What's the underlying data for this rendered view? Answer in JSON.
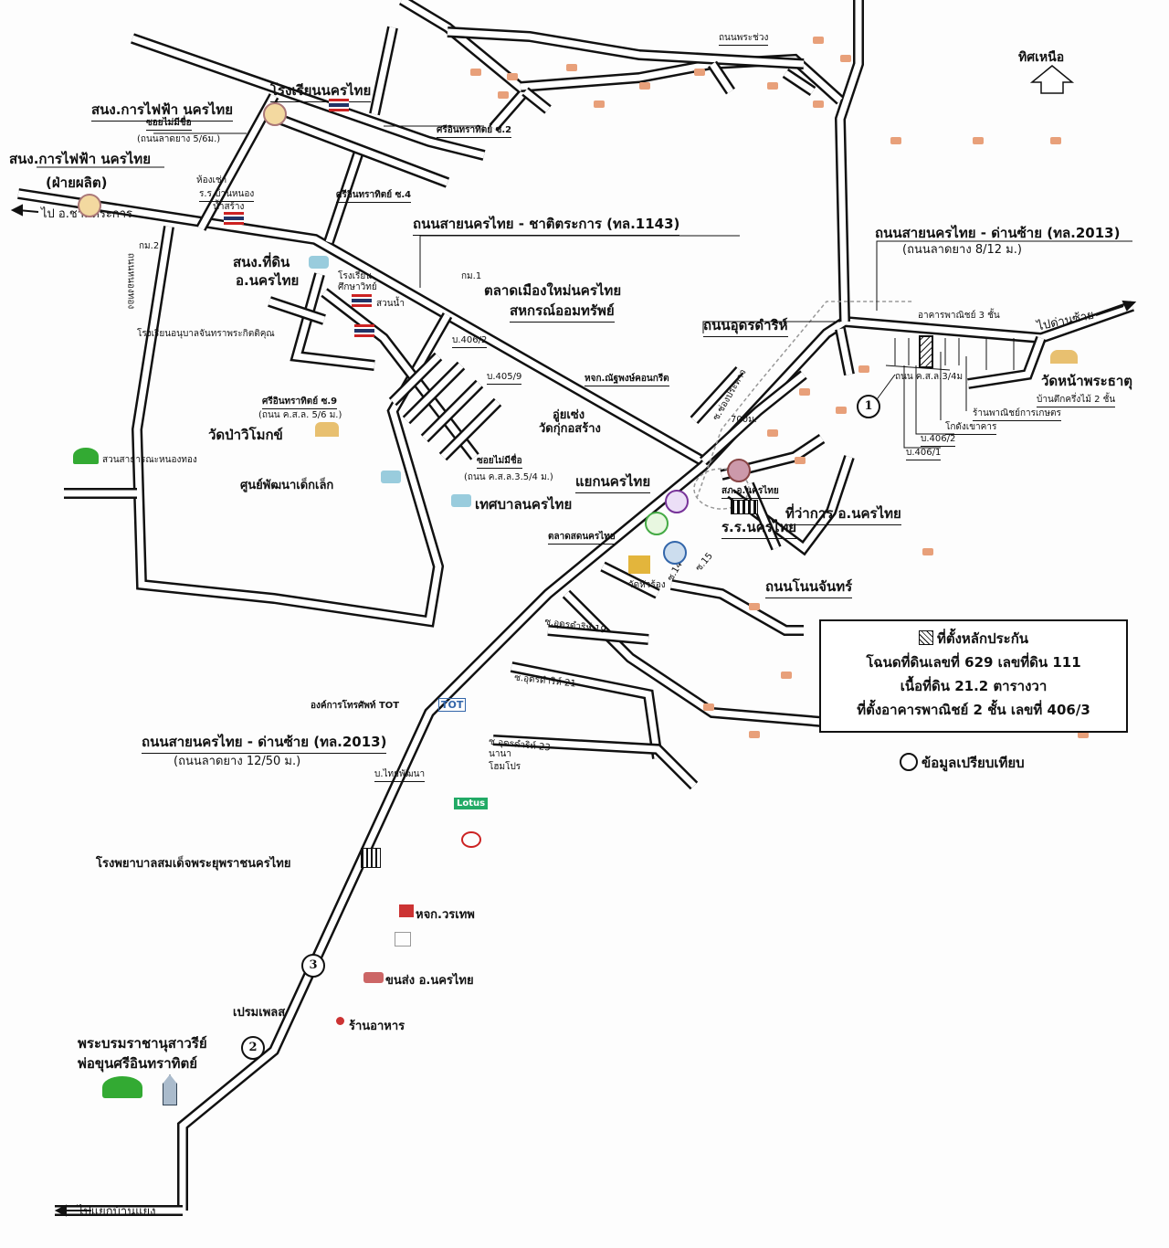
{
  "north": {
    "label": "ทิศเหนือ"
  },
  "roads": {
    "r1143": "ถนนสายนครไทย - ชาติตระการ (ทล.1143)",
    "r2013n": "ถนนสายนครไทย - ด่านซ้าย (ทล.2013)",
    "r2013n_sub": "(ถนนลาดยาง 8/12 ม.)",
    "r2013s": "ถนนสายนครไทย - ด่านซ้าย (ทล.2013)",
    "r2013s_sub": "(ถนนลาดยาง 12/50 ม.)",
    "phrachuang": "ถนนพระช่วง",
    "udon": "ถนนอุดรดำริห์",
    "nonchan": "ถนนโนนจันทร์",
    "soi_nameless1": "ซอยไม่มีชื่อ",
    "soi_nameless1_sub": "(ถนนลาดยาง 5/6ม.)",
    "soi_nameless2": "ซอยไม่มีชื่อ",
    "soi_nameless2_sub": "(ถนน ค.ส.ล.3.5/4 ม.)",
    "sri2": "ศรีอินทราทิตย์ ซ.2",
    "sri4": "ศรีอินทราทิตย์ ซ.4",
    "sri9": "ศรีอินทราทิตย์ ซ.9",
    "sri9_sub": "(ถนน ค.ส.ล. 5/6 ม.)",
    "nongthong": "ถนนหนองทอง",
    "chongprathao": "ซ.ช่องประทาว",
    "dist700": "700ม.",
    "udon19": "ซ.อุดรดำริห์ 19",
    "udon21": "ซ.อุดรดำริห์ 21",
    "udon23": "ซ.อุดรดำริห์ 23",
    "s15": "ซ.15",
    "s14": "ซ.14",
    "csl34": "ถนน ค.ส.ล.3/4ม",
    "to_chat": "ไป อ.ชาติตระการ",
    "to_dansai": "ไปด่านซ้าย",
    "to_baenyaeng": "ไปแยกบ้านแยง"
  },
  "places": {
    "school_nakhonthai": "โรงเรียนนครไทย",
    "pea1": "สนง.การไฟฟ้า  นครไทย",
    "pea2": "สนง.การไฟฟ้า นครไทย",
    "pea2_sub": "(ฝ่ายผลิต)",
    "rent": "ห้องเช่า",
    "school_bannong": "ร.ร.บ้านหนอง",
    "school_bannong2": "น้ำสร้าง",
    "km2": "กม.2",
    "km1": "กม.1",
    "land_office": "สนง.ที่ดิน",
    "land_office2": "อ.นครไทย",
    "school_suksa": "โรงเรียน",
    "school_suksa2": "ศึกษาวิทย์",
    "suannam": "สวนน้ำ",
    "kindergarten": "โรงเรียนอนุบาลจันทราพระกิตติคุณ",
    "watpa": "วัดป่าวิโมกข์",
    "park": "สวนสาธารณะหนองทอง",
    "childcenter": "ศูนย์พัฒนาเด็กเล็ก",
    "municipality": "เทศบาลนครไทย",
    "market_new": "ตลาดเมืองใหม่นครไทย",
    "coop": "สหกรณ์ออมทรัพย์",
    "h4062": "บ.406/2",
    "h4059": "บ.405/9",
    "concrete": "หจก.ณัฐพงษ์คอนกรีต",
    "uisaeng": "อู่ยเซ่ง",
    "watkok": "วัดกุ่กอสร้าง",
    "junction": "แยกนครไทย",
    "police": "สภ.อ.นครไทย",
    "district_office": "ที่ว่าการ อ.นครไทย",
    "school_rr": "ร.ร.นครไทย",
    "market_sod": "ตลาดสดนครไทย",
    "wathuarong": "วัดหัวร้อง",
    "commercial3": "อาคารพาณิชย์ 3 ชั้น",
    "watnaphrathat": "วัดหน้าพระธาตุ",
    "house2": "บ้านตึกครึ่งไม้ 2 ชั้น",
    "agri_shop": "ร้านพาณิชย์การเกษตร",
    "warehouse": "โกดังเขาคาร",
    "h4062b": "บ.406/2",
    "h4061": "บ.406/1",
    "tot": "องค์การโทรศัพท์ TOT",
    "tot_logo": "TOT",
    "nana": "นานา",
    "nana2": "โฮมโปร",
    "thaipattana": "บ.ไทยพัฒนา",
    "lotus": "Lotus",
    "hospital": "โรงพยาบาลสมเด็จพระยุพราชนครไทย",
    "worathep": "หจก.วรเทพ",
    "bus": "ขนส่ง อ.นครไทย",
    "prempalace": "เปรมเพลส",
    "restaurant": "ร้านอาหาร",
    "monument": "พระบรมราชานุสาวรีย์",
    "monument2": "พ่อขุนศรีอินทราทิตย์"
  },
  "markers": {
    "m1": "1",
    "m2": "2",
    "m3": "3"
  },
  "legend": {
    "subject": "ที่ตั้งหลักประกัน",
    "deed": "โฉนดที่ดินเลขที่ 629 เลขที่ดิน 111",
    "area": "เนื้อที่ดิน 21.2 ตารางวา",
    "building": "ที่ตั้งอาคารพาณิชย์ 2 ชั้น เลขที่ 406/3",
    "compare": "ข้อมูลเปรียบเทียบ"
  }
}
